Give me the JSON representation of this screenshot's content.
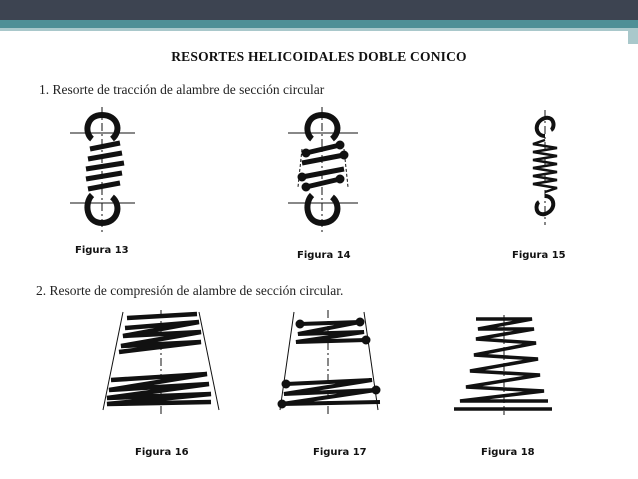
{
  "slide": {
    "title": "RESORTES HELICOIDALES DOBLE CONICO",
    "section1": "1. Resorte de tracción de alambre de sección circular",
    "section2": "2. Resorte de compresión de alambre de sección circular."
  },
  "figures": [
    {
      "caption": "Figura 13"
    },
    {
      "caption": "Figura 14"
    },
    {
      "caption": "Figura 15"
    },
    {
      "caption": "Figura 16"
    },
    {
      "caption": "Figura 17"
    },
    {
      "caption": "Figura 18"
    }
  ],
  "colors": {
    "header_dark": "#3d4451",
    "header_teal": "#4e8f96",
    "header_light": "#a9c8cb",
    "ink": "#111111"
  }
}
